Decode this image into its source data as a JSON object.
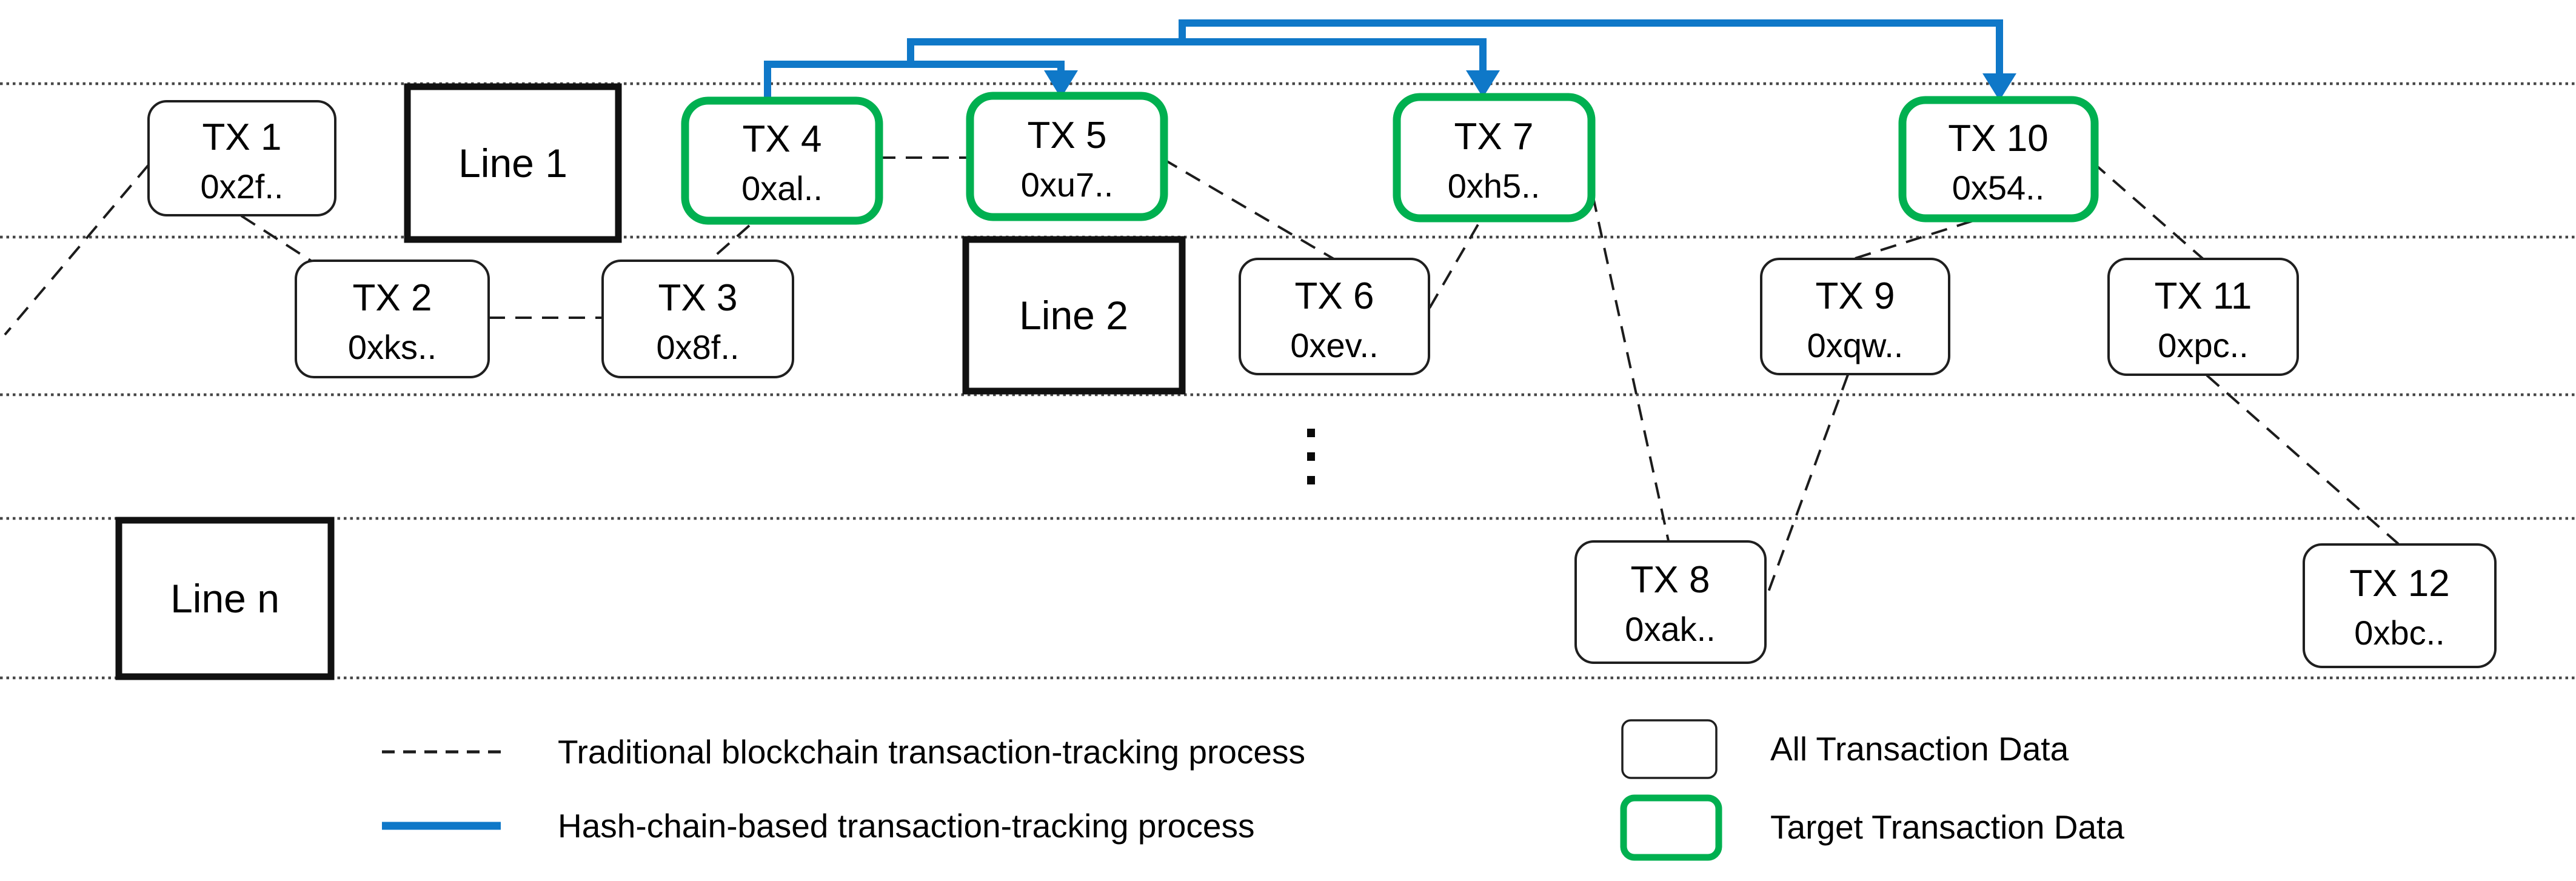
{
  "diagram": {
    "title_implicit": "Blockchain transaction-tracking diagram",
    "colors": {
      "background": "#ffffff",
      "target_green": "#00b050",
      "hash_chain_blue": "#0f78c8",
      "edge_black": "#1c1c1c",
      "separator_gray": "#474747"
    },
    "lines": [
      {
        "label": "Line 1"
      },
      {
        "label": "Line 2"
      },
      {
        "label": "Line n"
      }
    ],
    "nodes": [
      {
        "id": "tx1",
        "title": "TX 1",
        "hash": "0x2f..",
        "target": false,
        "line": "Line 1"
      },
      {
        "id": "tx2",
        "title": "TX 2",
        "hash": "0xks..",
        "target": false,
        "line": "Line 2"
      },
      {
        "id": "tx3",
        "title": "TX 3",
        "hash": "0x8f..",
        "target": false,
        "line": "Line 2"
      },
      {
        "id": "tx4",
        "title": "TX 4",
        "hash": "0xal..",
        "target": true,
        "line": "Line 1"
      },
      {
        "id": "tx5",
        "title": "TX 5",
        "hash": "0xu7..",
        "target": true,
        "line": "Line 1"
      },
      {
        "id": "tx6",
        "title": "TX 6",
        "hash": "0xev..",
        "target": false,
        "line": "Line 2"
      },
      {
        "id": "tx7",
        "title": "TX 7",
        "hash": "0xh5..",
        "target": true,
        "line": "Line 1"
      },
      {
        "id": "tx8",
        "title": "TX 8",
        "hash": "0xak..",
        "target": false,
        "line": "Line n"
      },
      {
        "id": "tx9",
        "title": "TX 9",
        "hash": "0xqw..",
        "target": false,
        "line": "Line 2"
      },
      {
        "id": "tx10",
        "title": "TX 10",
        "hash": "0x54..",
        "target": true,
        "line": "Line 1"
      },
      {
        "id": "tx11",
        "title": "TX 11",
        "hash": "0xpc..",
        "target": false,
        "line": "Line 2"
      },
      {
        "id": "tx12",
        "title": "TX 12",
        "hash": "0xbc..",
        "target": false,
        "line": "Line n"
      }
    ],
    "traditional_edges": [
      {
        "from": "off-canvas-left",
        "to": "tx1"
      },
      {
        "from": "tx1",
        "to": "tx2"
      },
      {
        "from": "tx2",
        "to": "tx3"
      },
      {
        "from": "tx3",
        "to": "tx4"
      },
      {
        "from": "tx4",
        "to": "tx5"
      },
      {
        "from": "tx5",
        "to": "tx6"
      },
      {
        "from": "tx6",
        "to": "tx7"
      },
      {
        "from": "tx7",
        "to": "tx8"
      },
      {
        "from": "tx8",
        "to": "tx9"
      },
      {
        "from": "tx9",
        "to": "tx10"
      },
      {
        "from": "tx10",
        "to": "tx11"
      },
      {
        "from": "tx11",
        "to": "tx12"
      }
    ],
    "hash_chain_sequence": [
      "TX 4",
      "TX 5",
      "TX 7",
      "TX 10"
    ],
    "ellipsis_symbol": "⋮"
  },
  "legend": {
    "items": [
      {
        "type": "dashed-line",
        "label": "Traditional blockchain transaction-tracking process"
      },
      {
        "type": "solid-blue-line",
        "label": "Hash-chain-based transaction-tracking process"
      },
      {
        "type": "plain-box",
        "label": "All Transaction Data"
      },
      {
        "type": "target-box",
        "label": "Target Transaction Data"
      }
    ]
  }
}
